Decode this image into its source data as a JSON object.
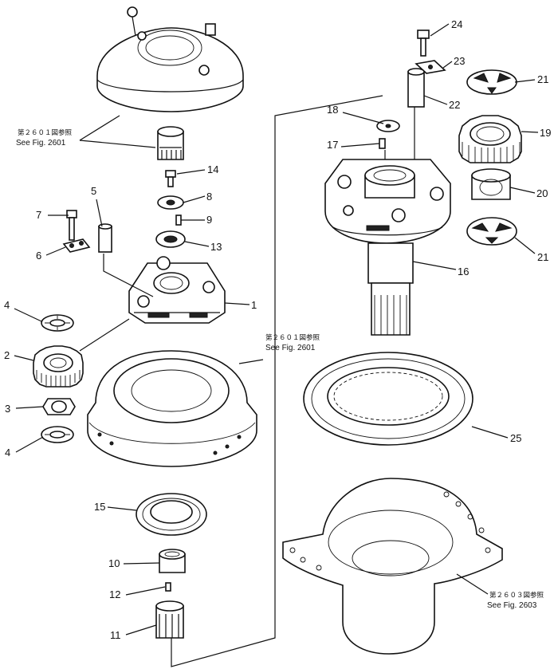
{
  "callouts": {
    "n1": "1",
    "n2": "2",
    "n3": "3",
    "n4a": "4",
    "n4b": "4",
    "n5": "5",
    "n6": "6",
    "n7": "7",
    "n8": "8",
    "n9": "9",
    "n10": "10",
    "n11": "11",
    "n12": "12",
    "n13": "13",
    "n14": "14",
    "n15": "15",
    "n16": "16",
    "n17": "17",
    "n18": "18",
    "n19": "19",
    "n20": "20",
    "n21a": "21",
    "n21b": "21",
    "n22": "22",
    "n23": "23",
    "n24": "24",
    "n25": "25"
  },
  "references": {
    "top_jp": "第２６０１図参照",
    "top_en": "See Fig. 2601",
    "mid_jp": "第２６０１図参照",
    "mid_en": "See Fig. 2601",
    "bottom_jp": "第２６０３図参照",
    "bottom_en": "See Fig. 2603"
  }
}
